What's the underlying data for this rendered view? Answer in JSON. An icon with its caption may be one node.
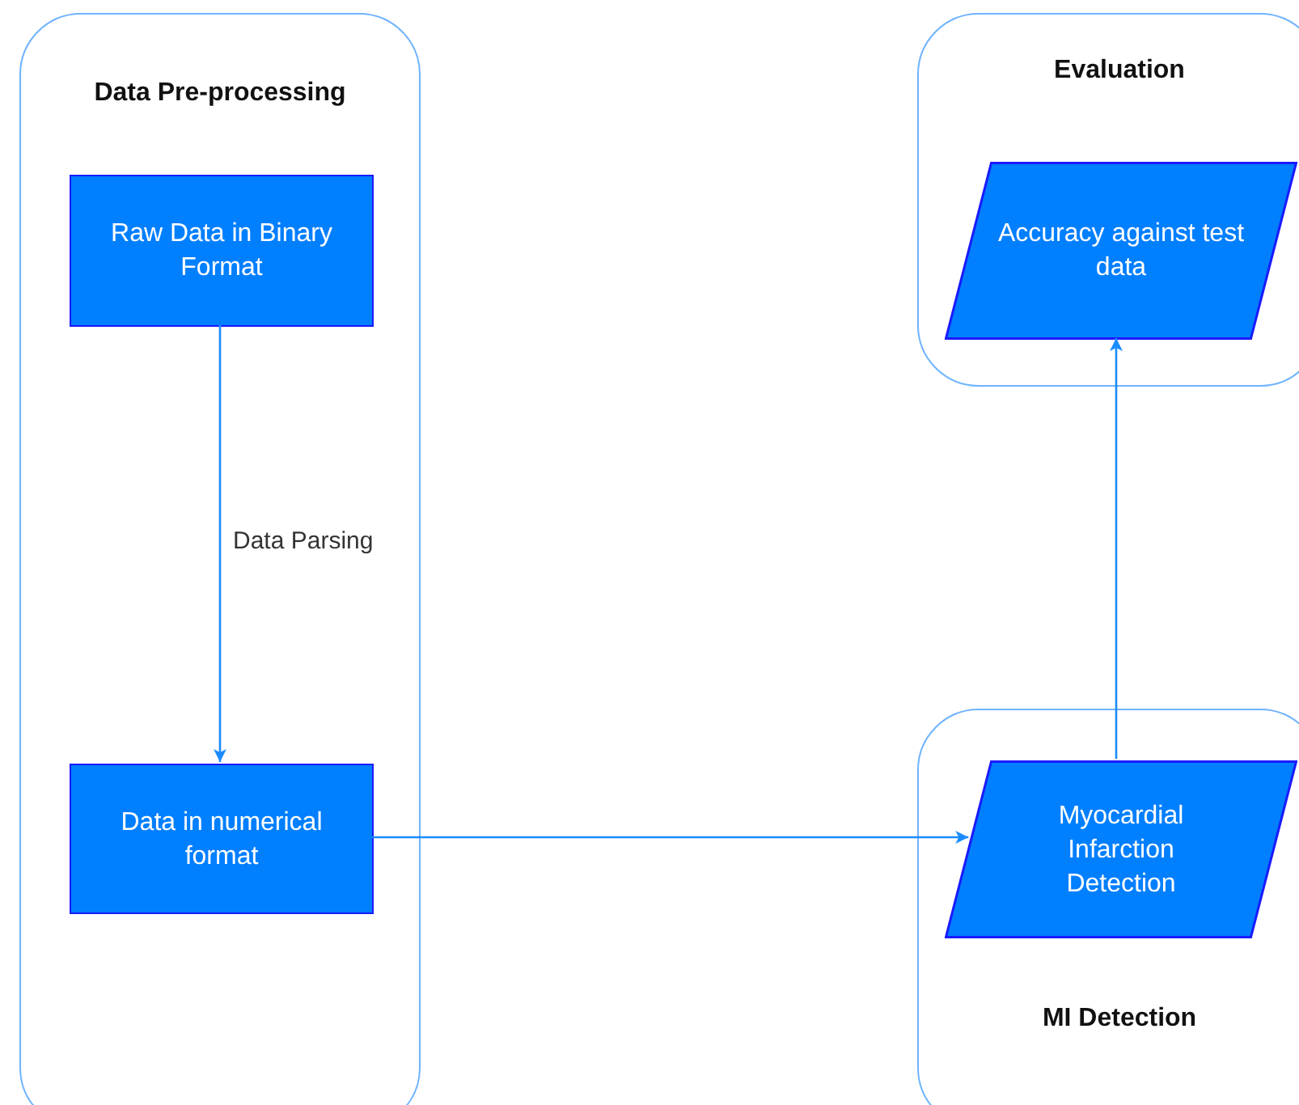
{
  "diagram": {
    "nodes": [
      {
        "text": [
          "Data Pre-processing"
        ]
      },
      {
        "text": [
          "Raw Data in Binary Format"
        ],
        "in": 0
      },
      {
        "text": [
          "Data in numerical format"
        ],
        "in": 0
      },
      {
        "text": [
          "Evaluation"
        ]
      },
      {
        "text": [
          "Accuracy against test data"
        ],
        "in": 3
      },
      {
        "text": [
          "MI Detection"
        ]
      },
      {
        "text": [
          "Myocardial Infarction Detection"
        ],
        "in": 5
      }
    ],
    "edges": [
      {
        "from": 1,
        "to": 2,
        "arrow": "to",
        "label": "Data Parsing"
      },
      {
        "from": 2,
        "to": 6,
        "arrow": "to"
      },
      {
        "from": 6,
        "to": 4,
        "arrow": "to"
      }
    ]
  }
}
